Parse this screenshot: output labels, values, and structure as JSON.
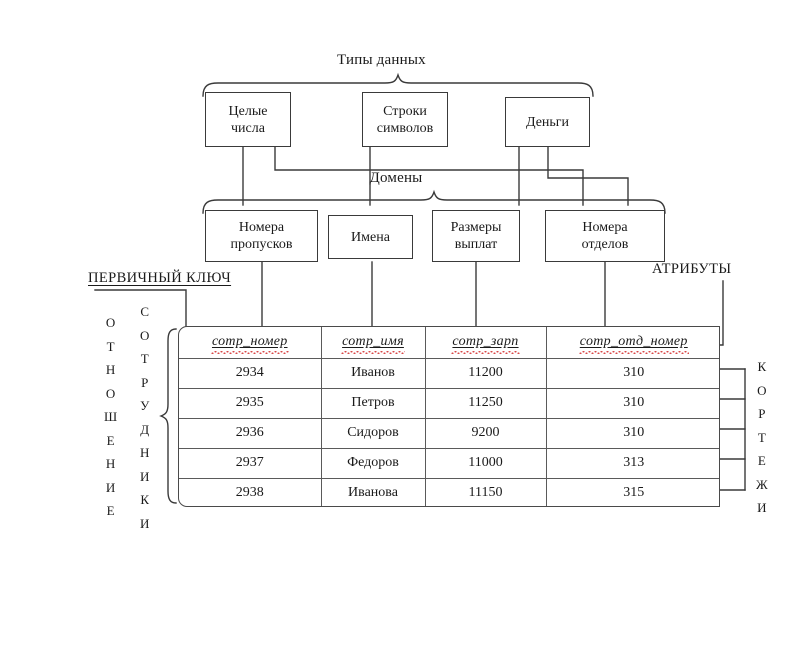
{
  "diagram": {
    "title_caption": "Типы данных",
    "domains_caption": "Домены",
    "primary_key_caption": "ПЕРВИЧНЫЙ КЛЮЧ",
    "attributes_caption": "АТРИБУТЫ",
    "relation_caption": "ОТНОШЕНИЕ",
    "entity_caption": "СОТРУДНИКИ",
    "tuples_caption": "КОРТЕЖИ",
    "data_types": [
      {
        "line1": "Целые",
        "line2": "числа"
      },
      {
        "line1": "Строки",
        "line2": "символов"
      },
      {
        "line1": "Деньги",
        "line2": ""
      }
    ],
    "domains": [
      {
        "line1": "Номера",
        "line2": "пропусков"
      },
      {
        "line1": "Имена",
        "line2": ""
      },
      {
        "line1": "Размеры",
        "line2": "выплат"
      },
      {
        "line1": "Номера",
        "line2": "отделов"
      }
    ]
  },
  "table": {
    "columns": [
      "сотр_номер",
      "сотр_имя",
      "сотр_зарп",
      "сотр_отд_номер"
    ],
    "rows": [
      [
        "2934",
        "Иванов",
        "11200",
        "310"
      ],
      [
        "2935",
        "Петров",
        "11250",
        "310"
      ],
      [
        "2936",
        "Сидоров",
        "9200",
        "310"
      ],
      [
        "2937",
        "Федоров",
        "11000",
        "313"
      ],
      [
        "2938",
        "Иванова",
        "11150",
        "315"
      ]
    ]
  },
  "colors": {
    "line": "#3a3a3a",
    "spellcheck": "#d94a4a",
    "background": "#ffffff",
    "text": "#1a1a1a"
  }
}
